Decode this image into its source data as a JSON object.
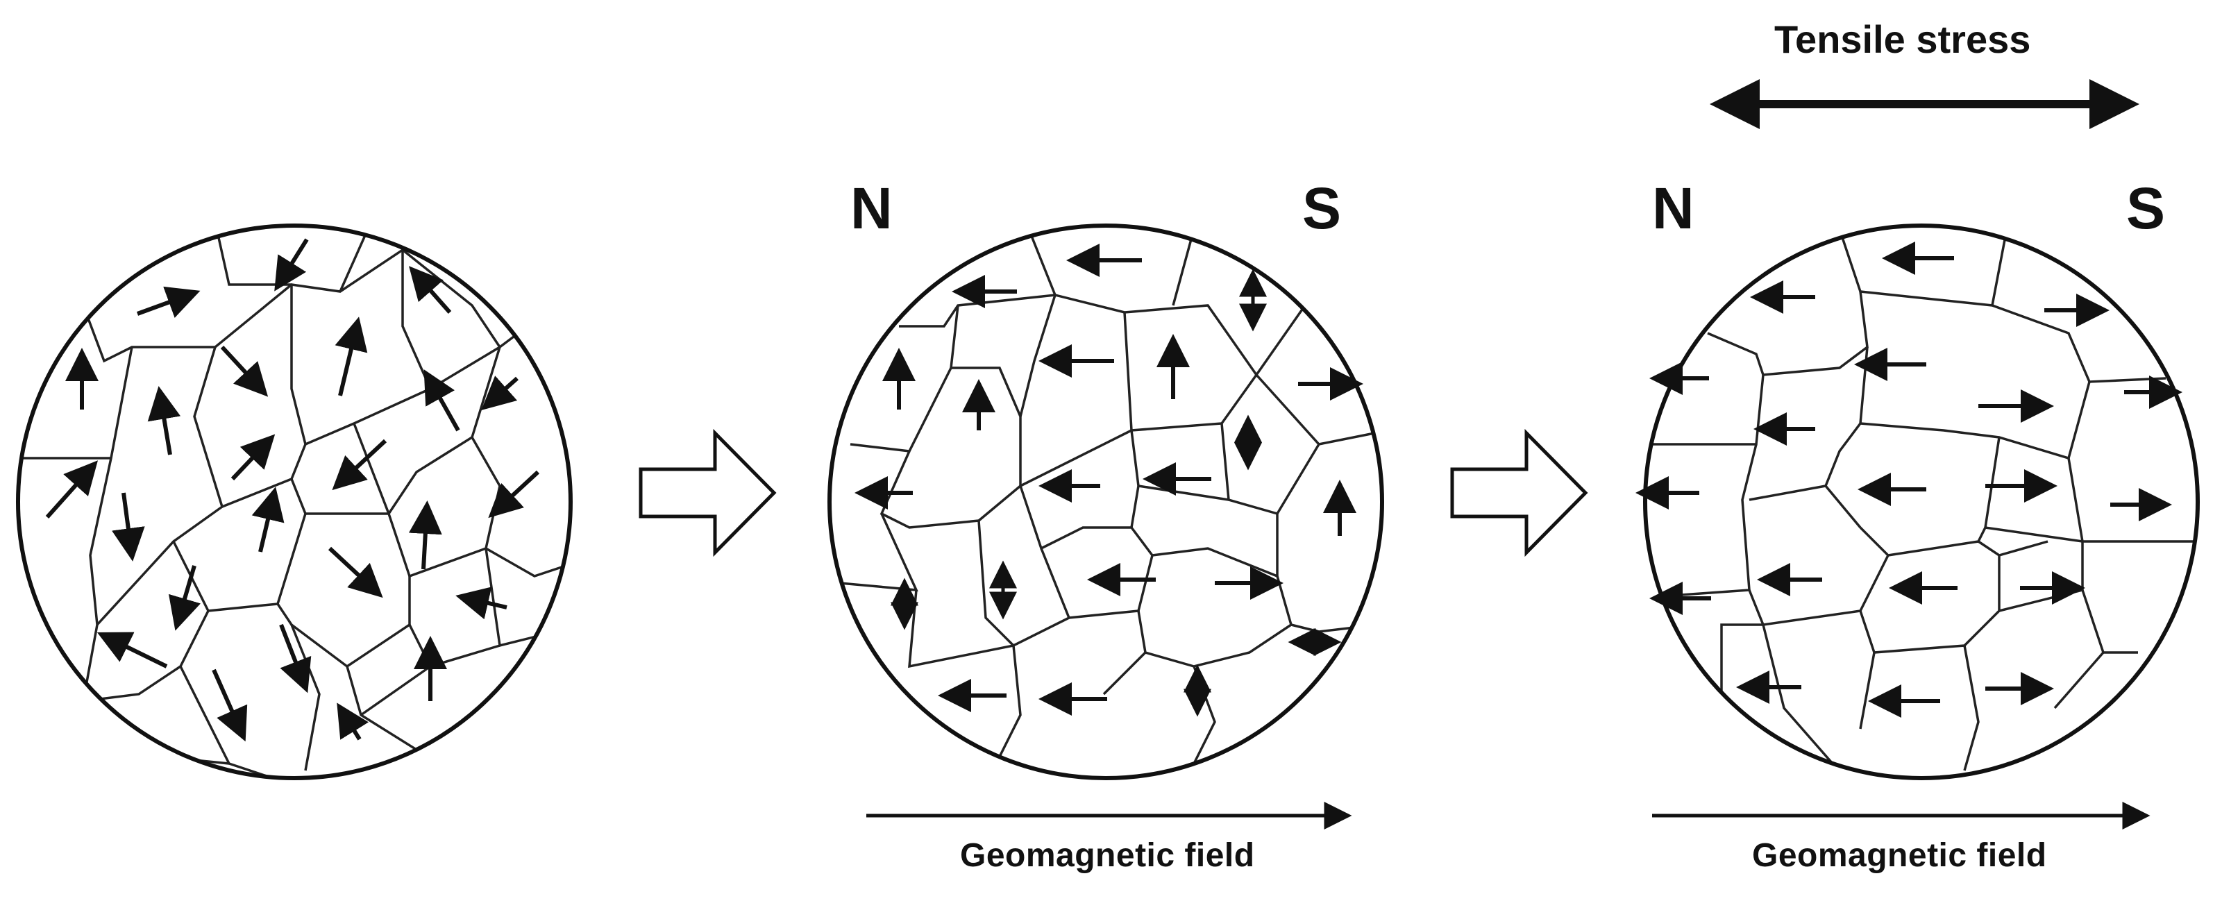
{
  "labels": {
    "tensile_stress": "Tensile stress",
    "north": "N",
    "south": "S",
    "geomagnetic_field": "Geomagnetic field"
  },
  "panels": [
    {
      "name": "random-domains",
      "domains": 23,
      "arrow_pattern": "random"
    },
    {
      "name": "aligned-domains-field",
      "domains": 23,
      "arrow_pattern": "mostly-left"
    },
    {
      "name": "aligned-domains-field-and-stress",
      "domains": 23,
      "arrow_pattern": "left-and-right"
    }
  ],
  "colors": {
    "ink": "#111111",
    "background": "#ffffff"
  }
}
